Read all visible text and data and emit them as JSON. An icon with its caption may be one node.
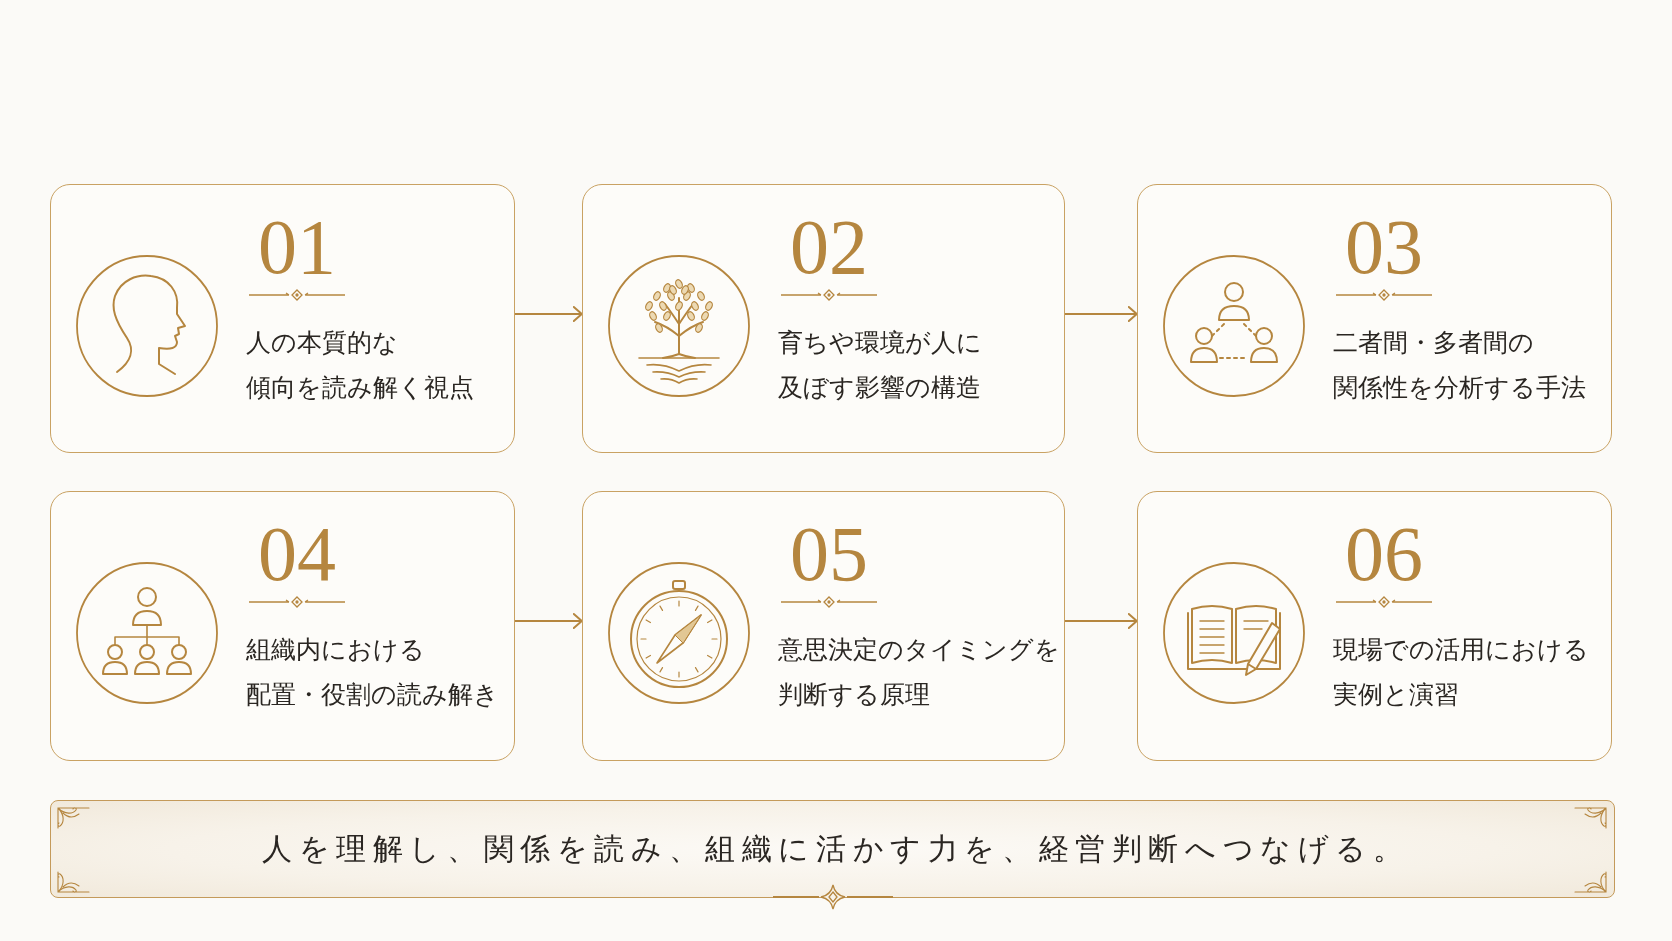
{
  "diagram": {
    "nodes": [
      {
        "text": [
          "01",
          "人の本質的な傾向を読み解く視点"
        ]
      },
      {
        "text": [
          "02",
          "育ちや環境が人に及ぼす影響の構造"
        ]
      },
      {
        "text": [
          "03",
          "二者間・多者間の関係性を分析する手法"
        ]
      },
      {
        "text": [
          "04",
          "組織内における配置・役割の読み解き"
        ]
      },
      {
        "text": [
          "05",
          "意思決定のタイミングを判断する原理"
        ]
      },
      {
        "text": [
          "06",
          "現場での活用における実例と演習"
        ]
      },
      {
        "text": [
          "人を理解し、関係を読み、組織に活かす力を、経営判断へつなげる。"
        ]
      }
    ],
    "edges": [
      {
        "from": 0,
        "to": 1,
        "arrow": "to"
      },
      {
        "from": 1,
        "to": 2,
        "arrow": "to"
      },
      {
        "from": 3,
        "to": 4,
        "arrow": "to"
      },
      {
        "from": 4,
        "to": 5,
        "arrow": "to"
      }
    ]
  }
}
